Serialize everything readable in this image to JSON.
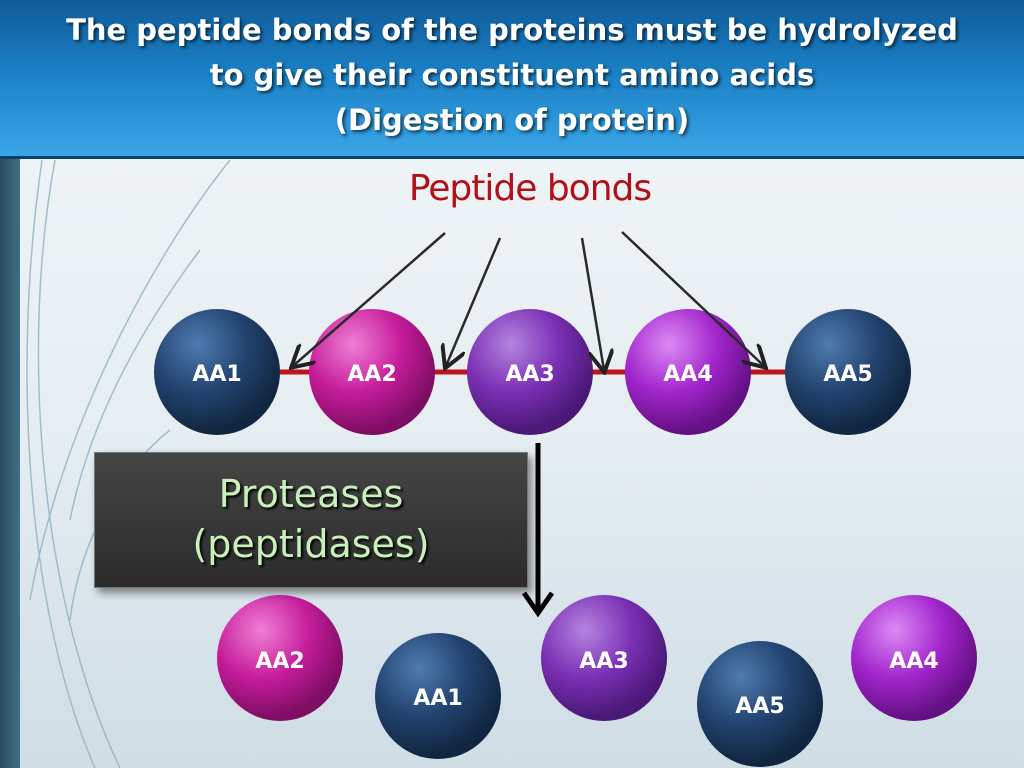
{
  "title": {
    "line1": "The peptide bonds of the proteins must be hydrolyzed",
    "line2": "to give their constituent amino acids",
    "line3": "(Digestion of protein)"
  },
  "bond_label": "Peptide bonds",
  "enzyme": {
    "line1": "Proteases",
    "line2": "(peptidases)"
  },
  "chain": [
    "AA1",
    "AA2",
    "AA3",
    "AA4",
    "AA5"
  ],
  "products": [
    "AA2",
    "AA1",
    "AA3",
    "AA5",
    "AA4"
  ],
  "colors": {
    "navy": "#1f3f6e",
    "magenta": "#c51c9a",
    "violet": "#7a2fb3",
    "purple": "#9a20c0",
    "bond": "#c0141c",
    "title_blue": "#1a7fc4"
  }
}
